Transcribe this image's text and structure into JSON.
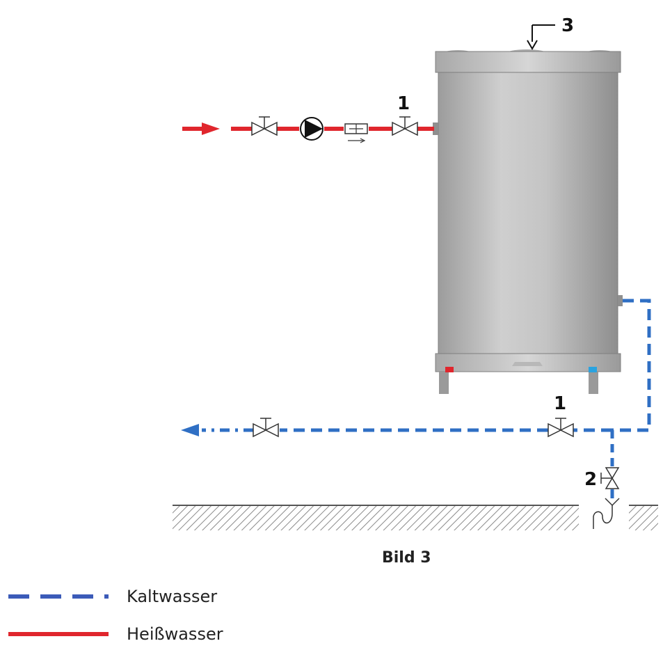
{
  "labels": {
    "inlet_valve_number": "1",
    "outlet_valve_number": "1",
    "drain_valve_number": "2",
    "top_connection_number": "3"
  },
  "caption": "Bild 3",
  "legend": {
    "items": [
      {
        "label": "Kaltwasser",
        "color": "#3b5bb8",
        "style": "dashed"
      },
      {
        "label": "Heißwasser",
        "color": "#e0262d",
        "style": "solid"
      }
    ]
  },
  "colors": {
    "hot_line": "#e0262d",
    "cold_line": "#2f6fc4",
    "tank_body": "#bfbfbf",
    "hatch": "#9a9a9a"
  },
  "icons": [
    "gate-valve-icon",
    "pump-icon",
    "check-valve-icon",
    "drain-funnel-icon",
    "flow-arrow-icon"
  ]
}
